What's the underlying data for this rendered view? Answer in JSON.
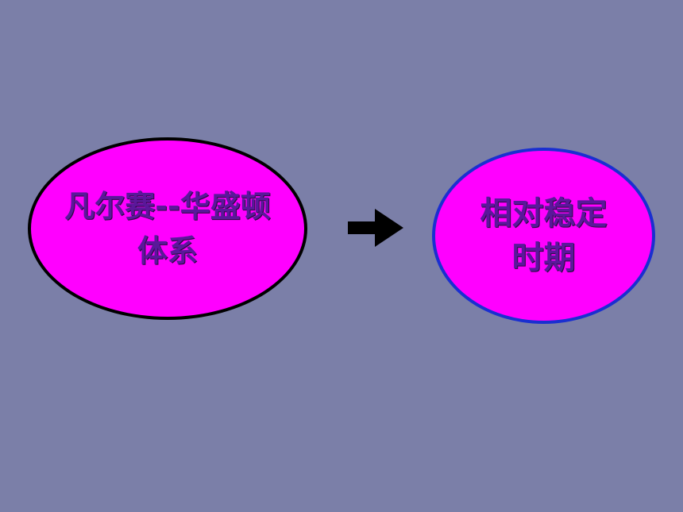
{
  "colors": {
    "background": "#7b7fa8",
    "node_fill": "#ff00ff",
    "left_border": "#000000",
    "right_border": "#1a2fd0",
    "text": "#5a189a",
    "arrow": "#000000"
  },
  "nodes": [
    {
      "lines": [
        "凡尔赛--华盛顿",
        "体系"
      ]
    },
    {
      "lines": [
        "相对稳定",
        "时期"
      ]
    }
  ],
  "connector": {
    "icon": "right-arrow-icon"
  }
}
